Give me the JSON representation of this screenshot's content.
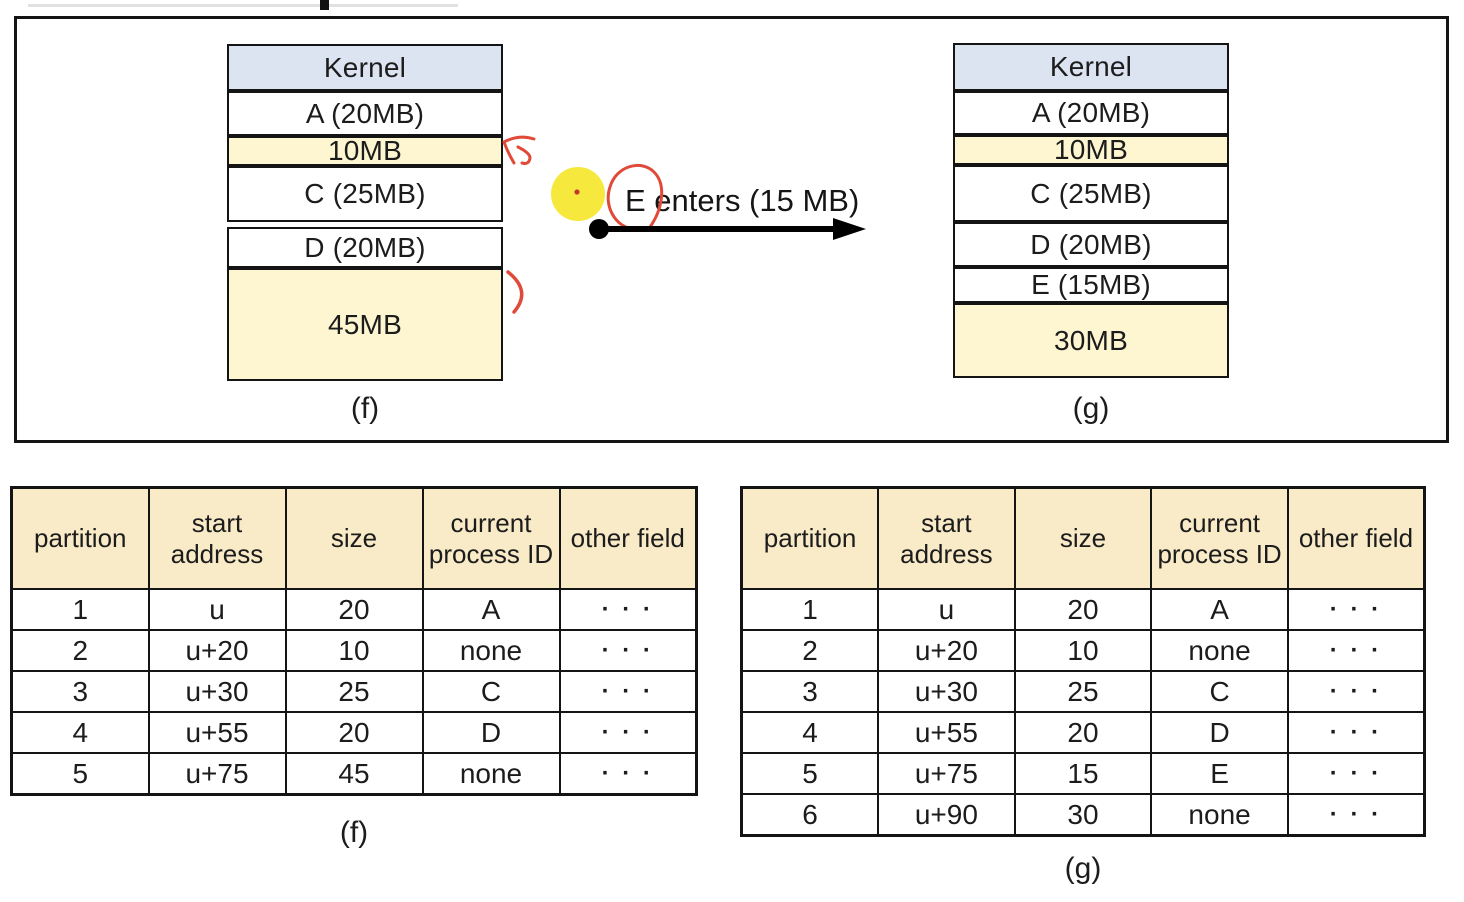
{
  "colors": {
    "kernel_fill": "#dce3f1",
    "free_block_fill": "#fdf6d0",
    "table_header_fill": "#f9ebc8",
    "annotation_red": "#e04a39",
    "laser_pointer_yellow": "#f6e83c",
    "border": "#141414"
  },
  "transition": {
    "label": "E enters (15 MB)"
  },
  "diagrams": {
    "f": {
      "caption": "(f)",
      "rows": [
        {
          "text": "Kernel",
          "type": "kernel"
        },
        {
          "text": "A (20MB)",
          "type": "process"
        },
        {
          "text": "10MB",
          "type": "free"
        },
        {
          "text": "C (25MB)",
          "type": "process"
        },
        {
          "text": "D (20MB)",
          "type": "process"
        },
        {
          "text": "45MB",
          "type": "free"
        }
      ]
    },
    "g": {
      "caption": "(g)",
      "rows": [
        {
          "text": "Kernel",
          "type": "kernel"
        },
        {
          "text": "A (20MB)",
          "type": "process"
        },
        {
          "text": "10MB",
          "type": "free"
        },
        {
          "text": "C (25MB)",
          "type": "process"
        },
        {
          "text": "D (20MB)",
          "type": "process"
        },
        {
          "text": "E (15MB)",
          "type": "process"
        },
        {
          "text": "30MB",
          "type": "free"
        }
      ]
    }
  },
  "tables": {
    "f": {
      "caption": "(f)",
      "headers": [
        "partition",
        "start address",
        "size",
        "current process ID",
        "other field"
      ],
      "rows": [
        [
          "1",
          "u",
          "20",
          "A",
          "· · ·"
        ],
        [
          "2",
          "u+20",
          "10",
          "none",
          "· · ·"
        ],
        [
          "3",
          "u+30",
          "25",
          "C",
          "· · ·"
        ],
        [
          "4",
          "u+55",
          "20",
          "D",
          "· · ·"
        ],
        [
          "5",
          "u+75",
          "45",
          "none",
          "· · ·"
        ]
      ]
    },
    "g": {
      "caption": "(g)",
      "headers": [
        "partition",
        "start address",
        "size",
        "current process ID",
        "other field"
      ],
      "rows": [
        [
          "1",
          "u",
          "20",
          "A",
          "· · ·"
        ],
        [
          "2",
          "u+20",
          "10",
          "none",
          "· · ·"
        ],
        [
          "3",
          "u+30",
          "25",
          "C",
          "· · ·"
        ],
        [
          "4",
          "u+55",
          "20",
          "D",
          "· · ·"
        ],
        [
          "5",
          "u+75",
          "15",
          "E",
          "· · ·"
        ],
        [
          "6",
          "u+90",
          "30",
          "none",
          "· · ·"
        ]
      ]
    }
  }
}
